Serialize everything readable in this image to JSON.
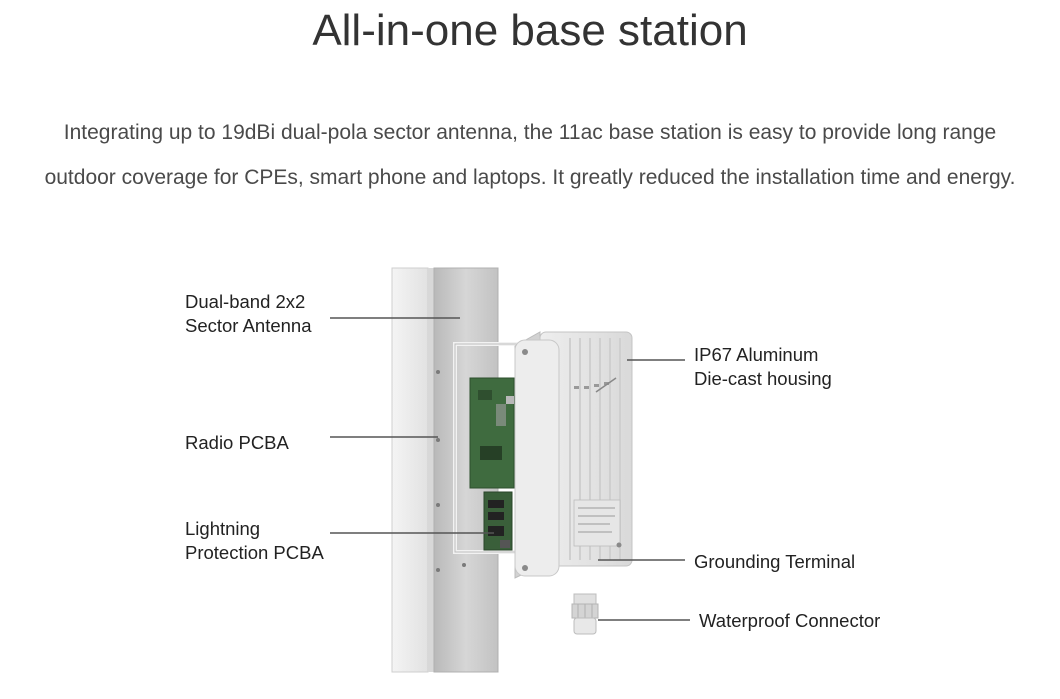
{
  "page": {
    "title": "All-in-one base station",
    "description_line1": "Integrating up to 19dBi dual-pola sector antenna, the 11ac base station is easy to provide long range",
    "description_line2": "outdoor coverage for CPEs, smart phone and laptops. It greatly reduced the installation time and energy."
  },
  "diagram": {
    "labels": {
      "antenna_line1": "Dual-band 2x2",
      "antenna_line2": "Sector Antenna",
      "radio": "Radio PCBA",
      "lightning_line1": "Lightning",
      "lightning_line2": "Protection PCBA",
      "housing_line1": "IP67 Aluminum",
      "housing_line2": "Die-cast housing",
      "grounding": "Grounding Terminal",
      "connector": "Waterproof Connector"
    },
    "colors": {
      "leader_line": "#555555",
      "pcb_green": "#3f6b3f",
      "housing": "#ececec",
      "antenna_panel": "#c9c9c9"
    }
  }
}
